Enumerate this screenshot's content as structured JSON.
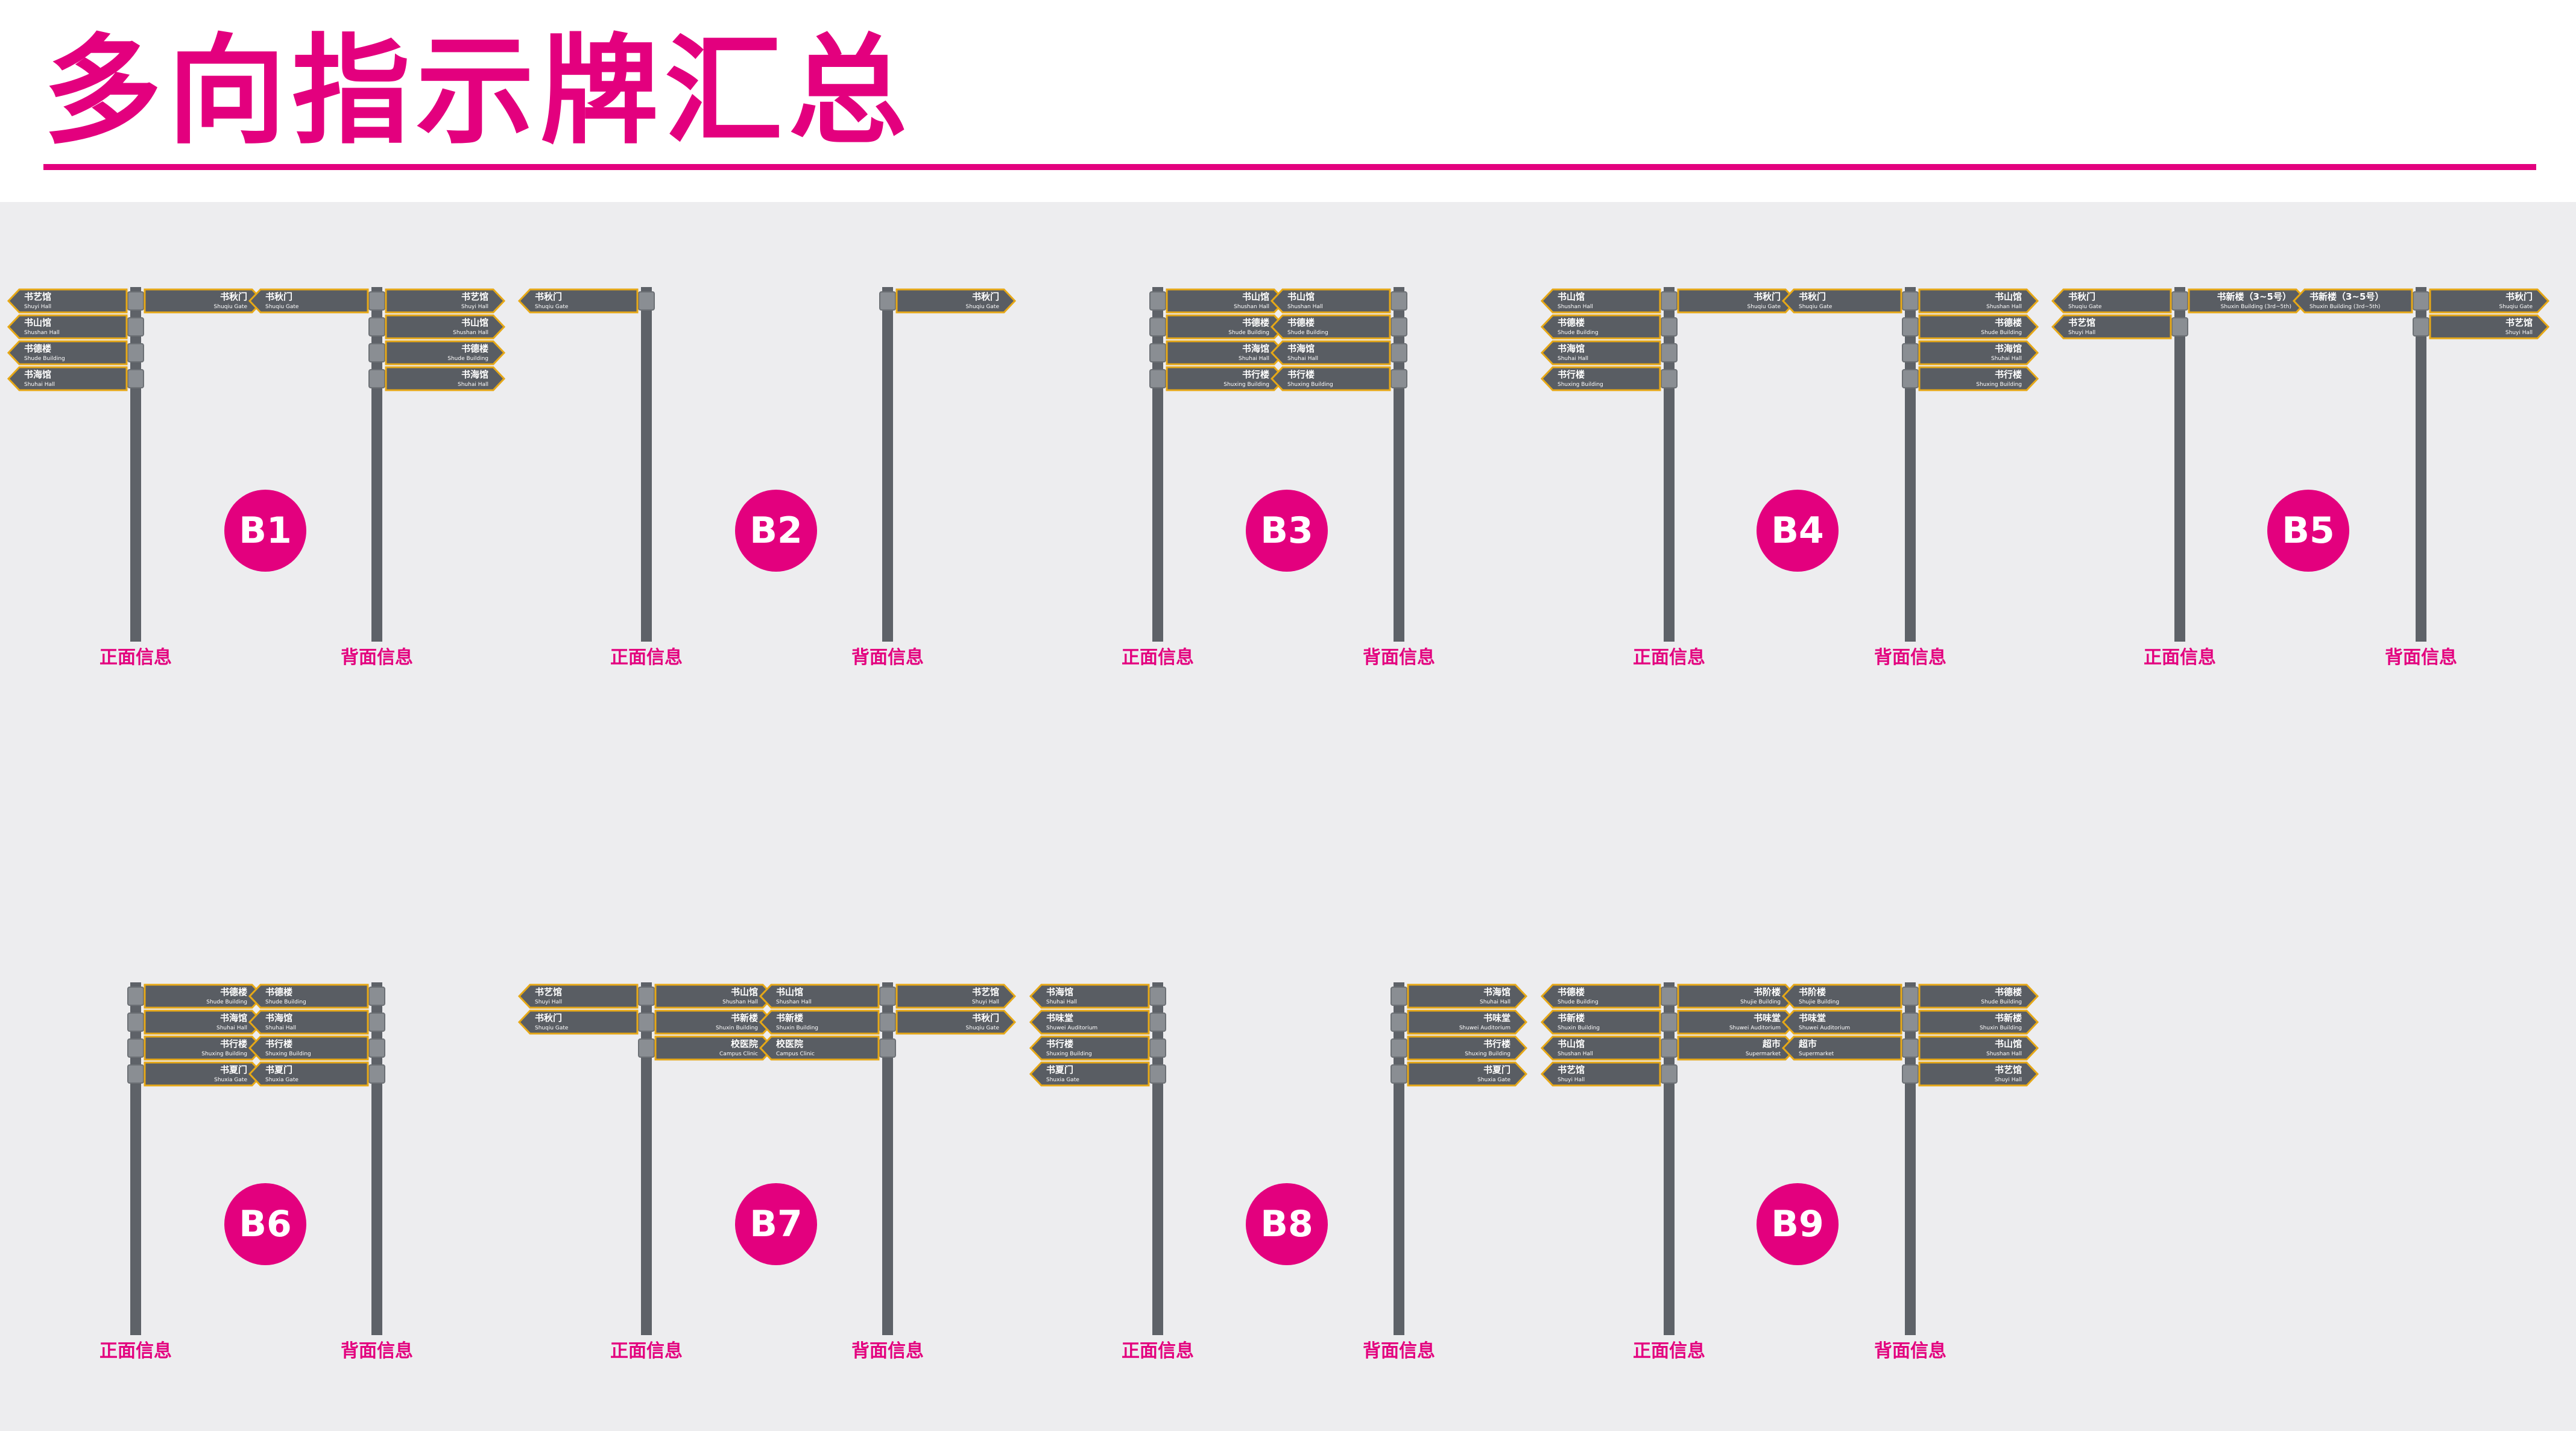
{
  "title": "多向指示牌汇总",
  "colors": {
    "accent": "#e3007e",
    "sign_panel": "#595d63",
    "sign_border": "#e6a817",
    "pole": "#5e6268",
    "background": "#ededef"
  },
  "labels": {
    "front": "正面信息",
    "back": "背面信息"
  },
  "signs": [
    {
      "id": "B1",
      "front": {
        "left": [
          {
            "cn": "书艺馆",
            "en": "Shuyi Hall"
          },
          {
            "cn": "书山馆",
            "en": "Shushan Hall"
          },
          {
            "cn": "书德楼",
            "en": "Shude Building"
          },
          {
            "cn": "书海馆",
            "en": "Shuhai Hall"
          }
        ],
        "right": [
          {
            "cn": "书秋门",
            "en": "Shuqiu Gate"
          }
        ]
      },
      "back": {
        "left": [
          {
            "cn": "书秋门",
            "en": "Shuqiu Gate"
          }
        ],
        "right": [
          {
            "cn": "书艺馆",
            "en": "Shuyi Hall"
          },
          {
            "cn": "书山馆",
            "en": "Shushan Hall"
          },
          {
            "cn": "书德楼",
            "en": "Shude Building"
          },
          {
            "cn": "书海馆",
            "en": "Shuhai Hall"
          }
        ]
      }
    },
    {
      "id": "B2",
      "front": {
        "left": [
          {
            "cn": "书秋门",
            "en": "Shuqiu Gate"
          }
        ],
        "right": []
      },
      "back": {
        "left": [],
        "right": [
          {
            "cn": "书秋门",
            "en": "Shuqiu Gate"
          }
        ]
      }
    },
    {
      "id": "B3",
      "front": {
        "left": [],
        "right": [
          {
            "cn": "书山馆",
            "en": "Shushan Hall"
          },
          {
            "cn": "书德楼",
            "en": "Shude Building"
          },
          {
            "cn": "书海馆",
            "en": "Shuhai Hall"
          },
          {
            "cn": "书行楼",
            "en": "Shuxing Building"
          }
        ]
      },
      "back": {
        "left": [
          {
            "cn": "书山馆",
            "en": "Shushan Hall"
          },
          {
            "cn": "书德楼",
            "en": "Shude Building"
          },
          {
            "cn": "书海馆",
            "en": "Shuhai Hall"
          },
          {
            "cn": "书行楼",
            "en": "Shuxing Building"
          }
        ],
        "right": []
      }
    },
    {
      "id": "B4",
      "front": {
        "left": [
          {
            "cn": "书山馆",
            "en": "Shushan Hall"
          },
          {
            "cn": "书德楼",
            "en": "Shude Building"
          },
          {
            "cn": "书海馆",
            "en": "Shuhai Hall"
          },
          {
            "cn": "书行楼",
            "en": "Shuxing Building"
          }
        ],
        "right": [
          {
            "cn": "书秋门",
            "en": "Shuqiu Gate"
          }
        ]
      },
      "back": {
        "left": [
          {
            "cn": "书秋门",
            "en": "Shuqiu Gate"
          }
        ],
        "right": [
          {
            "cn": "书山馆",
            "en": "Shushan Hall"
          },
          {
            "cn": "书德楼",
            "en": "Shude Building"
          },
          {
            "cn": "书海馆",
            "en": "Shuhai Hall"
          },
          {
            "cn": "书行楼",
            "en": "Shuxing Building"
          }
        ]
      }
    },
    {
      "id": "B5",
      "front": {
        "left": [
          {
            "cn": "书秋门",
            "en": "Shuqiu Gate"
          },
          {
            "cn": "书艺馆",
            "en": "Shuyi Hall"
          }
        ],
        "right": [
          {
            "cn": "书新楼（3~5号）",
            "en": "Shuxin Building (3rd~5th)"
          }
        ]
      },
      "back": {
        "left": [
          {
            "cn": "书新楼（3~5号）",
            "en": "Shuxin Building (3rd~5th)"
          }
        ],
        "right": [
          {
            "cn": "书秋门",
            "en": "Shuqiu Gate"
          },
          {
            "cn": "书艺馆",
            "en": "Shuyi Hall"
          }
        ]
      }
    },
    {
      "id": "B6",
      "front": {
        "left": [],
        "right": [
          {
            "cn": "书德楼",
            "en": "Shude Building"
          },
          {
            "cn": "书海馆",
            "en": "Shuhai Hall"
          },
          {
            "cn": "书行楼",
            "en": "Shuxing Building"
          },
          {
            "cn": "书夏门",
            "en": "Shuxia Gate"
          }
        ]
      },
      "back": {
        "left": [
          {
            "cn": "书德楼",
            "en": "Shude Building"
          },
          {
            "cn": "书海馆",
            "en": "Shuhai Hall"
          },
          {
            "cn": "书行楼",
            "en": "Shuxing Building"
          },
          {
            "cn": "书夏门",
            "en": "Shuxia Gate"
          }
        ],
        "right": []
      }
    },
    {
      "id": "B7",
      "front": {
        "left": [
          {
            "cn": "书艺馆",
            "en": "Shuyi Hall"
          },
          {
            "cn": "书秋门",
            "en": "Shuqiu Gate"
          }
        ],
        "right": [
          {
            "cn": "书山馆",
            "en": "Shushan Hall"
          },
          {
            "cn": "书新楼",
            "en": "Shuxin Building"
          },
          {
            "cn": "校医院",
            "en": "Campus Clinic"
          }
        ]
      },
      "back": {
        "left": [
          {
            "cn": "书山馆",
            "en": "Shushan Hall"
          },
          {
            "cn": "书新楼",
            "en": "Shuxin Building"
          },
          {
            "cn": "校医院",
            "en": "Campus Clinic"
          }
        ],
        "right": [
          {
            "cn": "书艺馆",
            "en": "Shuyi Hall"
          },
          {
            "cn": "书秋门",
            "en": "Shuqiu Gate"
          }
        ]
      }
    },
    {
      "id": "B8",
      "front": {
        "left": [
          {
            "cn": "书海馆",
            "en": "Shuhai Hall"
          },
          {
            "cn": "书味堂",
            "en": "Shuwei Auditorium"
          },
          {
            "cn": "书行楼",
            "en": "Shuxing Building"
          },
          {
            "cn": "书夏门",
            "en": "Shuxia Gate"
          }
        ],
        "right": []
      },
      "back": {
        "left": [],
        "right": [
          {
            "cn": "书海馆",
            "en": "Shuhai Hall"
          },
          {
            "cn": "书味堂",
            "en": "Shuwei Auditorium"
          },
          {
            "cn": "书行楼",
            "en": "Shuxing Building"
          },
          {
            "cn": "书夏门",
            "en": "Shuxia Gate"
          }
        ]
      }
    },
    {
      "id": "B9",
      "front": {
        "left": [
          {
            "cn": "书德楼",
            "en": "Shude Building"
          },
          {
            "cn": "书新楼",
            "en": "Shuxin Building"
          },
          {
            "cn": "书山馆",
            "en": "Shushan Hall"
          },
          {
            "cn": "书艺馆",
            "en": "Shuyi Hall"
          }
        ],
        "right": [
          {
            "cn": "书阶楼",
            "en": "Shujie Building"
          },
          {
            "cn": "书味堂",
            "en": "Shuwei Auditorium"
          },
          {
            "cn": "超市",
            "en": "Supermarket"
          }
        ]
      },
      "back": {
        "left": [
          {
            "cn": "书阶楼",
            "en": "Shujie Building"
          },
          {
            "cn": "书味堂",
            "en": "Shuwei Auditorium"
          },
          {
            "cn": "超市",
            "en": "Supermarket"
          }
        ],
        "right": [
          {
            "cn": "书德楼",
            "en": "Shude Building"
          },
          {
            "cn": "书新楼",
            "en": "Shuxin Building"
          },
          {
            "cn": "书山馆",
            "en": "Shushan Hall"
          },
          {
            "cn": "书艺馆",
            "en": "Shuyi Hall"
          }
        ]
      }
    }
  ]
}
